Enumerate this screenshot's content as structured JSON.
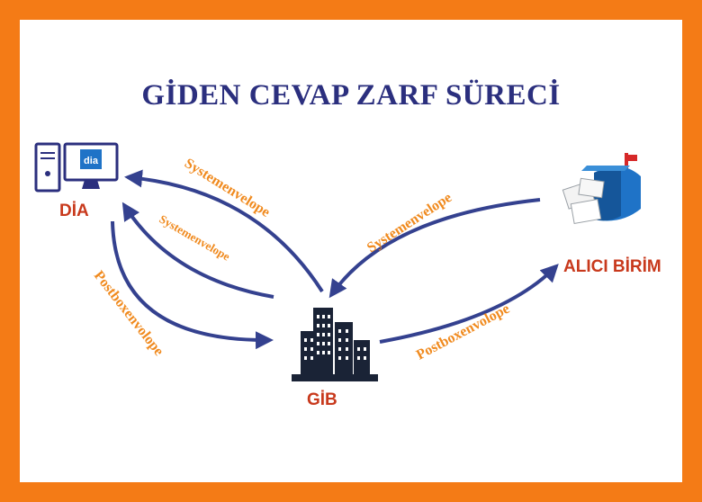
{
  "title": "GİDEN CEVAP ZARF SÜRECİ",
  "nodes": {
    "dia": {
      "label": "DİA",
      "screen_text": "dia",
      "icon": "computer-icon"
    },
    "gib": {
      "label": "GİB",
      "icon": "building-icon"
    },
    "alici": {
      "label": "ALICI BİRİM",
      "icon": "mailbox-icon"
    }
  },
  "edges": {
    "gib_to_dia_top": "Systemenvelope",
    "gib_to_dia_inner": "Systemenvelope",
    "dia_to_gib": "Postboxenvolope",
    "alici_to_gib": "Systemenvelope",
    "gib_to_alici": "Postboxenvolope"
  },
  "colors": {
    "border": "#f47b16",
    "title": "#2b2f7e",
    "arrow": "#34418f",
    "edge_label": "#f08a1e",
    "node_label": "#c8391c"
  }
}
